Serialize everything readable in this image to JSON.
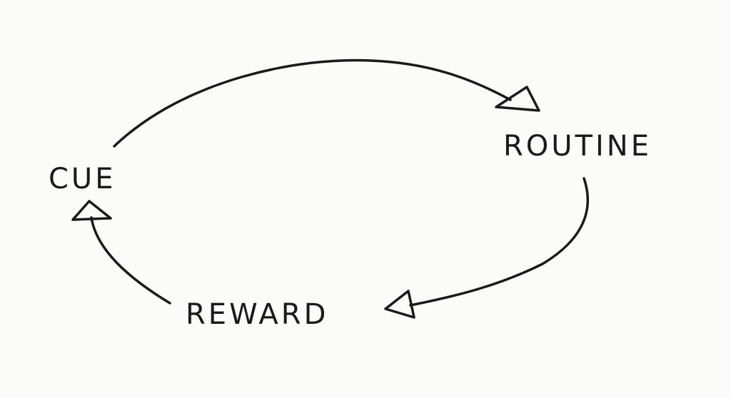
{
  "nodes": {
    "cue": "CUE",
    "routine": "ROUTINE",
    "reward": "REWARD"
  },
  "colors": {
    "ink": "#1a1a1a",
    "paper": "#fbfbfa"
  }
}
